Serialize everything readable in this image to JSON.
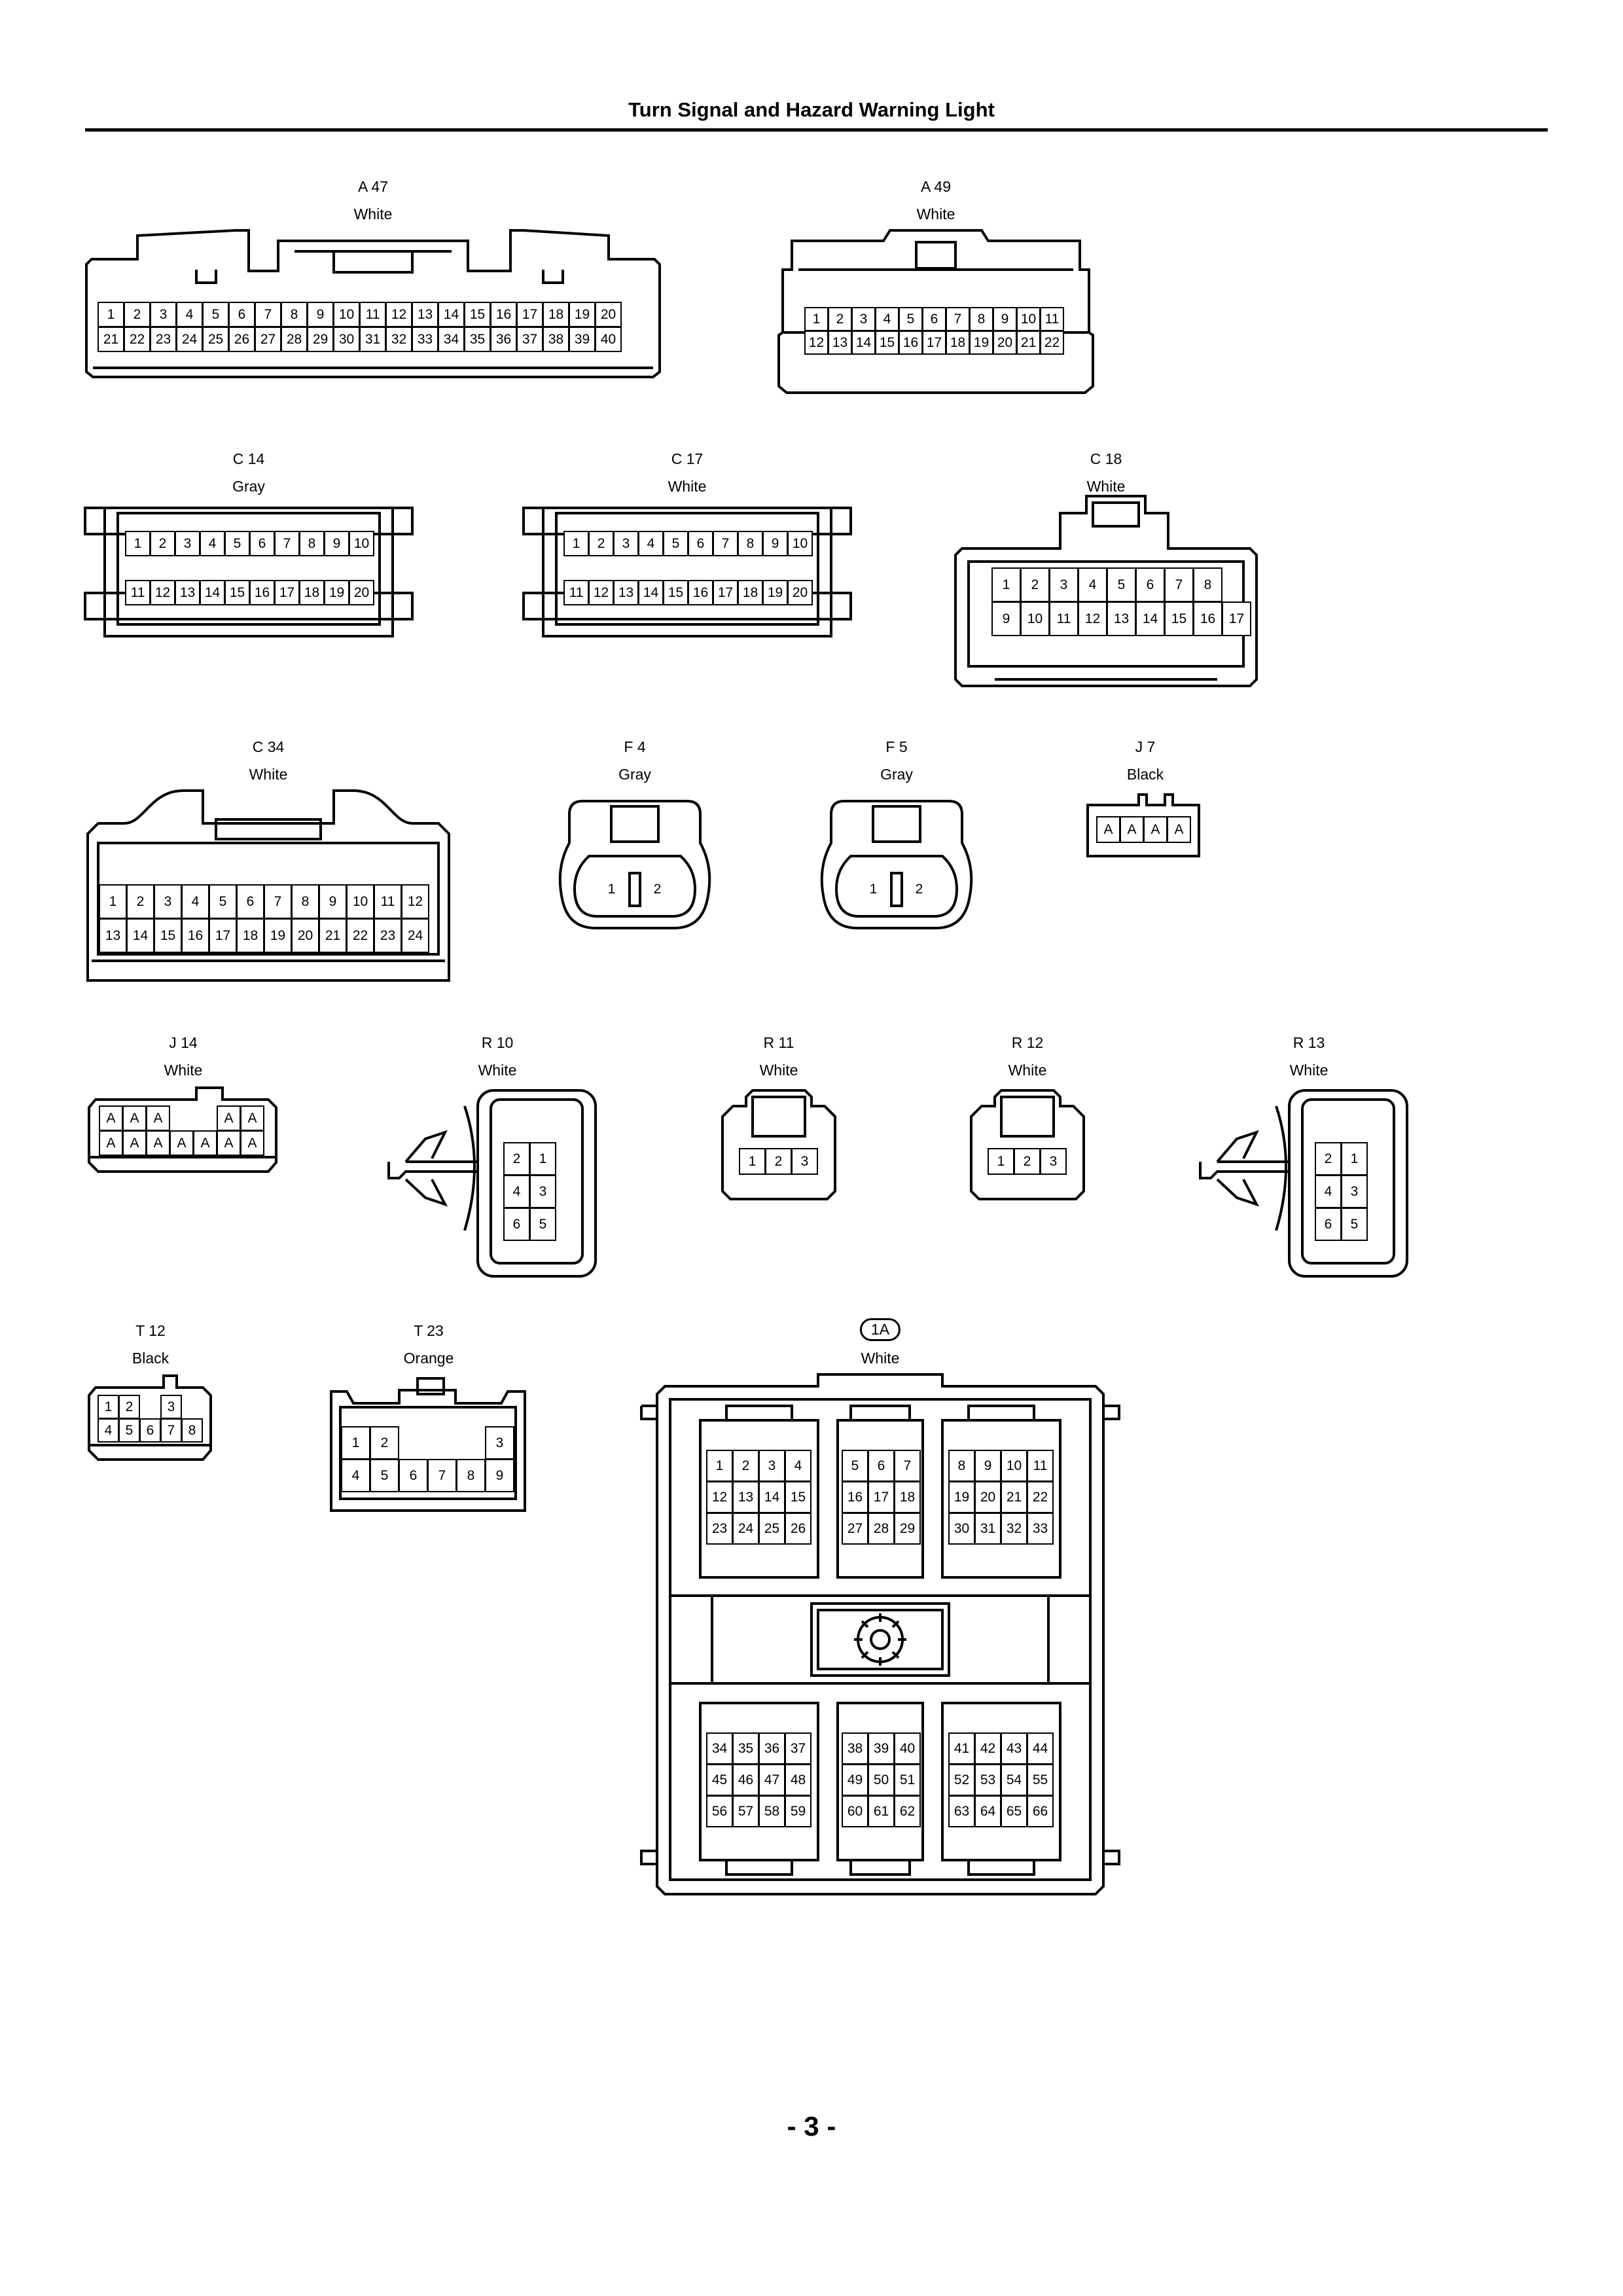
{
  "header": {
    "title": "Turn Signal and Hazard Warning Light"
  },
  "footer": {
    "page_number": "- 3 -"
  },
  "connectors": [
    {
      "key": "a47",
      "id": "A 47",
      "color": "White",
      "rows": [
        [
          "1",
          "2",
          "3",
          "4",
          "5",
          "6",
          "7",
          "8",
          "9",
          "10",
          "11",
          "12",
          "13",
          "14",
          "15",
          "16",
          "17",
          "18",
          "19",
          "20"
        ],
        [
          "21",
          "22",
          "23",
          "24",
          "25",
          "26",
          "27",
          "28",
          "29",
          "30",
          "31",
          "32",
          "33",
          "34",
          "35",
          "36",
          "37",
          "38",
          "39",
          "40"
        ]
      ]
    },
    {
      "key": "a49",
      "id": "A 49",
      "color": "White",
      "rows": [
        [
          "1",
          "2",
          "3",
          "4",
          "5",
          "6",
          "7",
          "8",
          "9",
          "10",
          "11"
        ],
        [
          "12",
          "13",
          "14",
          "15",
          "16",
          "17",
          "18",
          "19",
          "20",
          "21",
          "22"
        ]
      ]
    },
    {
      "key": "c14",
      "id": "C 14",
      "color": "Gray",
      "rows": [
        [
          "1",
          "2",
          "3",
          "4",
          "5",
          "6",
          "7",
          "8",
          "9",
          "10"
        ],
        [
          "11",
          "12",
          "13",
          "14",
          "15",
          "16",
          "17",
          "18",
          "19",
          "20"
        ]
      ]
    },
    {
      "key": "c17",
      "id": "C 17",
      "color": "White",
      "rows": [
        [
          "1",
          "2",
          "3",
          "4",
          "5",
          "6",
          "7",
          "8",
          "9",
          "10"
        ],
        [
          "11",
          "12",
          "13",
          "14",
          "15",
          "16",
          "17",
          "18",
          "19",
          "20"
        ]
      ]
    },
    {
      "key": "c18",
      "id": "C 18",
      "color": "White",
      "rows": [
        [
          "1",
          "2",
          "3",
          "4",
          "5",
          "6",
          "7",
          "8"
        ],
        [
          "9",
          "10",
          "11",
          "12",
          "13",
          "14",
          "15",
          "16",
          "17"
        ]
      ]
    },
    {
      "key": "c34",
      "id": "C 34",
      "color": "White",
      "rows": [
        [
          "1",
          "2",
          "3",
          "4",
          "5",
          "6",
          "7",
          "8",
          "9",
          "10",
          "11",
          "12"
        ],
        [
          "13",
          "14",
          "15",
          "16",
          "17",
          "18",
          "19",
          "20",
          "21",
          "22",
          "23",
          "24"
        ]
      ]
    },
    {
      "key": "f4",
      "id": "F 4",
      "color": "Gray",
      "rows": [
        [
          "1",
          "2"
        ]
      ]
    },
    {
      "key": "f5",
      "id": "F 5",
      "color": "Gray",
      "rows": [
        [
          "1",
          "2"
        ]
      ]
    },
    {
      "key": "j7",
      "id": "J 7",
      "color": "Black",
      "rows": [
        [
          "A",
          "A",
          "A",
          "A"
        ]
      ]
    },
    {
      "key": "j14",
      "id": "J 14",
      "color": "White",
      "rows": [
        [
          "A",
          "A",
          "A",
          "",
          "",
          "A",
          "A"
        ],
        [
          "A",
          "A",
          "A",
          "A",
          "A",
          "A",
          "A"
        ]
      ]
    },
    {
      "key": "r10",
      "id": "R 10",
      "color": "White",
      "rows": [
        [
          "2",
          "1"
        ],
        [
          "4",
          "3"
        ],
        [
          "6",
          "5"
        ]
      ]
    },
    {
      "key": "r11",
      "id": "R 11",
      "color": "White",
      "rows": [
        [
          "1",
          "2",
          "3"
        ]
      ]
    },
    {
      "key": "r12",
      "id": "R 12",
      "color": "White",
      "rows": [
        [
          "1",
          "2",
          "3"
        ]
      ]
    },
    {
      "key": "r13",
      "id": "R 13",
      "color": "White",
      "rows": [
        [
          "2",
          "1"
        ],
        [
          "4",
          "3"
        ],
        [
          "6",
          "5"
        ]
      ]
    },
    {
      "key": "t12",
      "id": "T 12",
      "color": "Black",
      "rows": [
        [
          "1",
          "2",
          "",
          "3"
        ],
        [
          "4",
          "5",
          "6",
          "7",
          "8"
        ]
      ]
    },
    {
      "key": "t23",
      "id": "T 23",
      "color": "Orange",
      "rows": [
        [
          "1",
          "2",
          "",
          "",
          "",
          "3"
        ],
        [
          "4",
          "5",
          "6",
          "7",
          "8",
          "9"
        ]
      ]
    },
    {
      "key": "j1a",
      "id": "1A",
      "color": "White",
      "blocks": [
        [
          [
            "1",
            "2",
            "3",
            "4"
          ],
          [
            "12",
            "13",
            "14",
            "15"
          ],
          [
            "23",
            "24",
            "25",
            "26"
          ]
        ],
        [
          [
            "5",
            "6",
            "7"
          ],
          [
            "16",
            "17",
            "18"
          ],
          [
            "27",
            "28",
            "29"
          ]
        ],
        [
          [
            "8",
            "9",
            "10",
            "11"
          ],
          [
            "19",
            "20",
            "21",
            "22"
          ],
          [
            "30",
            "31",
            "32",
            "33"
          ]
        ],
        [
          [
            "34",
            "35",
            "36",
            "37"
          ],
          [
            "45",
            "46",
            "47",
            "48"
          ],
          [
            "56",
            "57",
            "58",
            "59"
          ]
        ],
        [
          [
            "38",
            "39",
            "40"
          ],
          [
            "49",
            "50",
            "51"
          ],
          [
            "60",
            "61",
            "62"
          ]
        ],
        [
          [
            "41",
            "42",
            "43",
            "44"
          ],
          [
            "52",
            "53",
            "54",
            "55"
          ],
          [
            "63",
            "64",
            "65",
            "66"
          ]
        ]
      ]
    }
  ]
}
